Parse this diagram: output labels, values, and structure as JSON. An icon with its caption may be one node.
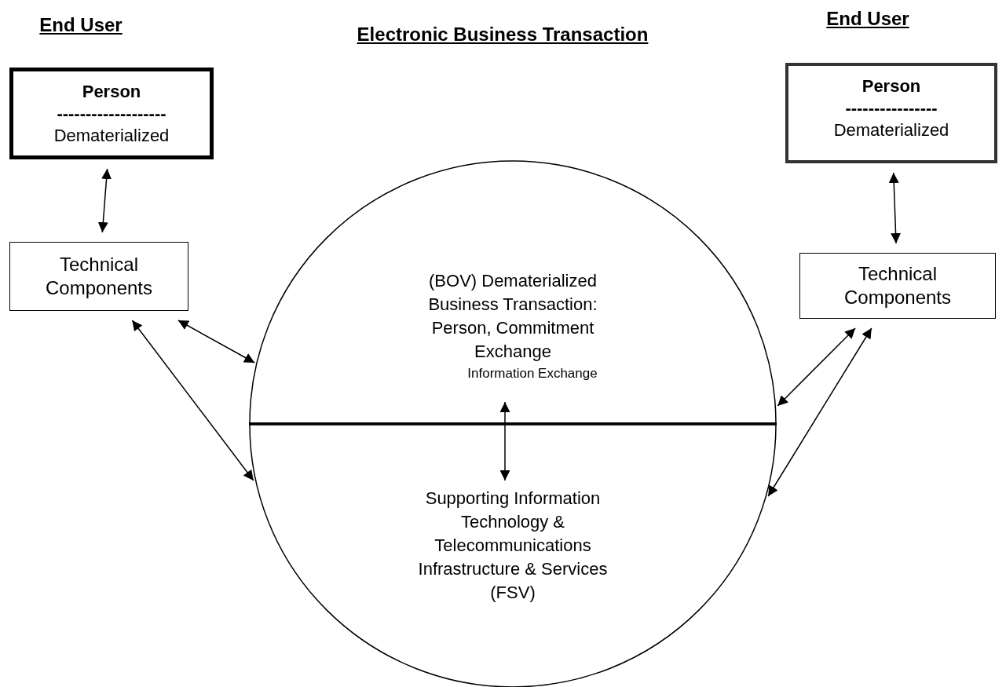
{
  "diagram": {
    "title": "Electronic Business Transaction",
    "nodes": [
      {
        "text": [
          "End User",
          "Person",
          "-------------------",
          "Dematerialized"
        ]
      },
      {
        "text": [
          "Technical Components"
        ]
      },
      {
        "text": [
          "(BOV) Dematerialized Business Transaction: Person, Commitment Exchange",
          "Information Exchange"
        ]
      },
      {
        "text": [
          "Supporting Information Technology & Telecommunications Infrastructure & Services (FSV)"
        ]
      },
      {
        "text": [
          "End User",
          "Person",
          "----------------",
          "Dematerialized"
        ]
      },
      {
        "text": [
          "Technical Components"
        ]
      }
    ],
    "edges": [
      {
        "from": 0,
        "to": 1,
        "arrow": "both"
      },
      {
        "from": 1,
        "to": 2,
        "arrow": "both"
      },
      {
        "from": 1,
        "to": 3,
        "arrow": "both"
      },
      {
        "from": 2,
        "to": 3,
        "arrow": "both"
      },
      {
        "from": 4,
        "to": 5,
        "arrow": "both"
      },
      {
        "from": 5,
        "to": 2,
        "arrow": "both"
      },
      {
        "from": 5,
        "to": 3,
        "arrow": "both"
      }
    ]
  }
}
